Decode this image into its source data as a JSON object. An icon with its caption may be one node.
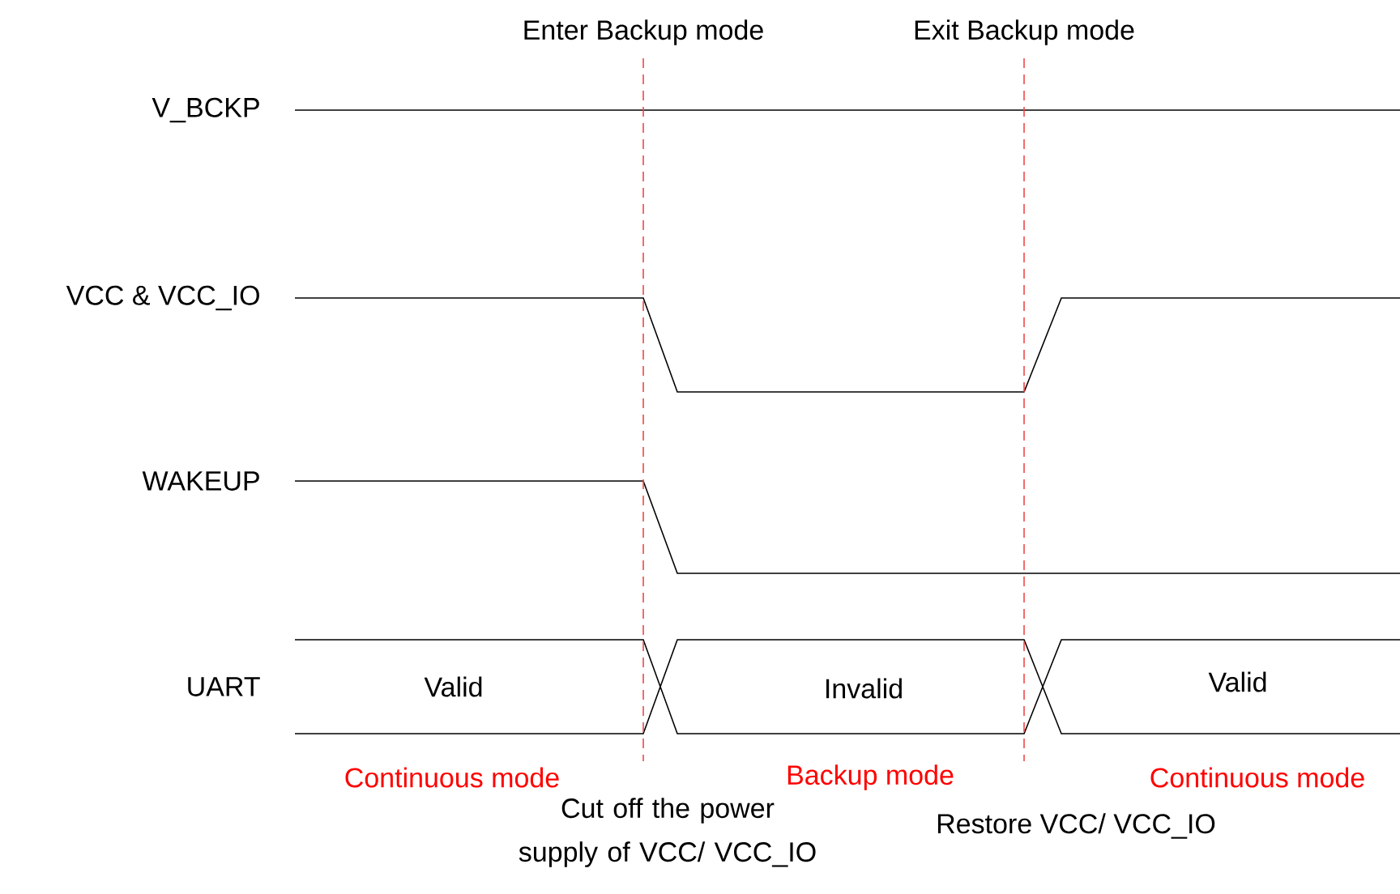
{
  "diagram": {
    "labels": [
      "Enter Backup mode",
      "Exit Backup mode",
      "V_BCKP",
      "VCC & VCC_IO",
      "WAKEUP",
      "UART",
      "Valid",
      "Invalid",
      "Valid",
      "Continuous mode",
      "Backup mode",
      "Continuous mode",
      "Cut off the power supply of VCC/ VCC_IO",
      "Restore VCC/ VCC_IO"
    ]
  }
}
